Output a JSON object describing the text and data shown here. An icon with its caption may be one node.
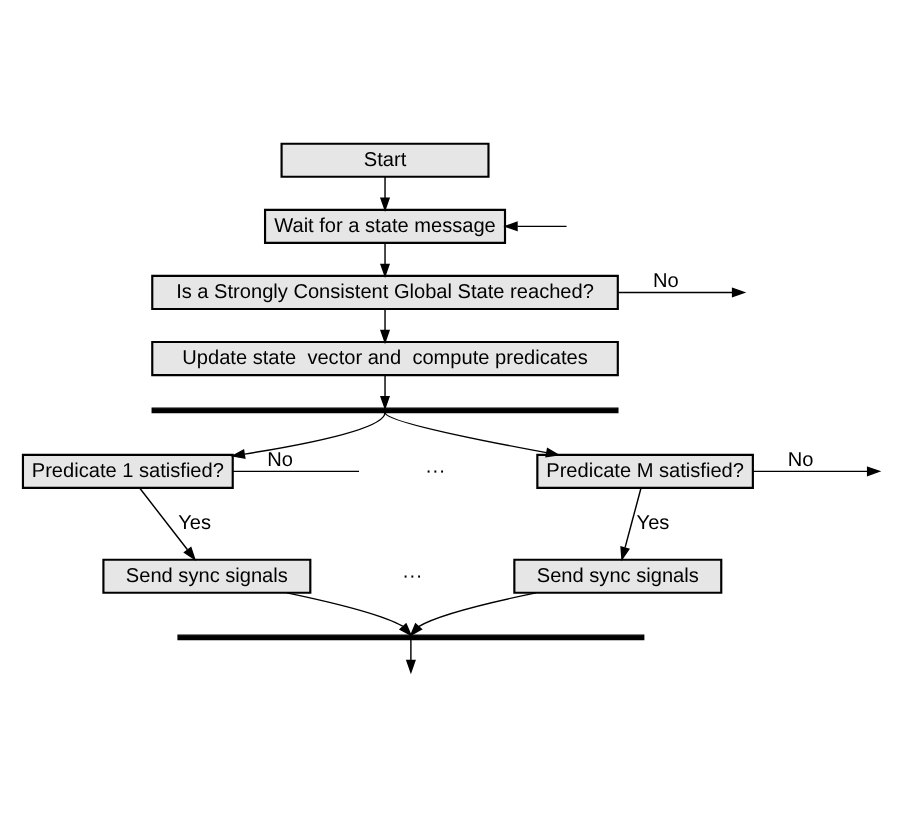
{
  "diagram": {
    "nodes": [
      {
        "text": [
          "Start"
        ]
      },
      {
        "text": [
          "Wait for a state message"
        ]
      },
      {
        "text": [
          "Is a Strongly Consistent Global State reached?"
        ]
      },
      {
        "text": [
          "Update state  vector and  compute predicates"
        ]
      },
      {
        "text": [],
        "shape": "bar"
      },
      {
        "text": [
          "Predicate 1 satisfied?"
        ]
      },
      {
        "text": [
          "Predicate M satisfied?"
        ]
      },
      {
        "text": [
          "Send sync signals"
        ]
      },
      {
        "text": [
          "Send sync signals"
        ]
      },
      {
        "text": [],
        "shape": "bar"
      }
    ],
    "edges": [
      {
        "from": 0,
        "to": 1,
        "arrow": "to"
      },
      {
        "from": null,
        "to": 1,
        "arrow": "to"
      },
      {
        "from": 1,
        "to": 2,
        "arrow": "to"
      },
      {
        "from": 2,
        "to": null,
        "arrow": "to",
        "label": "No"
      },
      {
        "from": 2,
        "to": 3,
        "arrow": "to"
      },
      {
        "from": 3,
        "to": 4,
        "arrow": "to"
      },
      {
        "from": 4,
        "to": 5,
        "arrow": "to"
      },
      {
        "from": 4,
        "to": 6,
        "arrow": "to"
      },
      {
        "from": 5,
        "to": null,
        "arrow": "none",
        "label": "No"
      },
      {
        "from": 6,
        "to": null,
        "arrow": "to",
        "label": "No"
      },
      {
        "from": 5,
        "to": 7,
        "arrow": "to",
        "label": "Yes"
      },
      {
        "from": 6,
        "to": 8,
        "arrow": "to",
        "label": "Yes"
      },
      {
        "from": 7,
        "to": 9,
        "arrow": "to"
      },
      {
        "from": 8,
        "to": 9,
        "arrow": "to"
      },
      {
        "from": 9,
        "to": null,
        "arrow": "to"
      }
    ],
    "labels": [
      "···",
      "···"
    ]
  }
}
